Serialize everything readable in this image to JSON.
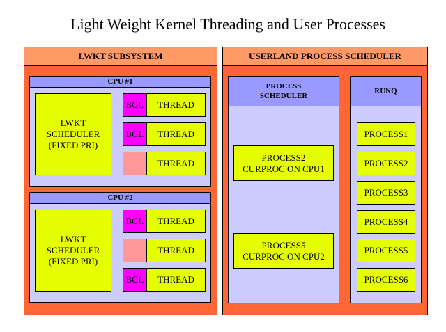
{
  "title": "Light Weight Kernel Threading and User Processes",
  "lwkt": {
    "header": "LWKT SUBSYSTEM",
    "cpus": [
      {
        "label": "CPU #1",
        "scheduler": "LWKT\nSCHEDULER\n(FIXED PRI)",
        "rows": [
          {
            "lock": "BGL",
            "thread": "THREAD"
          },
          {
            "lock": "BGL",
            "thread": "THREAD"
          },
          {
            "lock": "",
            "thread": "THREAD"
          }
        ]
      },
      {
        "label": "CPU #2",
        "scheduler": "LWKT\nSCHEDULER\n(FIXED PRI)",
        "rows": [
          {
            "lock": "BGL",
            "thread": "THREAD"
          },
          {
            "lock": "",
            "thread": "THREAD"
          },
          {
            "lock": "BGL",
            "thread": "THREAD"
          }
        ]
      }
    ]
  },
  "userland": {
    "header": "USERLAND PROCESS SCHEDULER",
    "scheduler_header": "PROCESS\nSCHEDULER",
    "curproc": [
      "PROCESS2\nCURPROC ON CPU1",
      "PROCESS5\nCURPROC ON CPU2"
    ],
    "runq_header": "RUNQ",
    "runq": [
      "PROCESS1",
      "PROCESS2",
      "PROCESS3",
      "PROCESS4",
      "PROCESS5",
      "PROCESS6"
    ]
  },
  "colors": {
    "panel": "#ff6633",
    "panel_header": "#ff9966",
    "cpu_bg": "#ccccff",
    "cpu_header": "#9999ff",
    "scheduler_box": "#e6ff00",
    "bgl_lock": "#ff00ff",
    "no_lock": "#ff9999"
  }
}
